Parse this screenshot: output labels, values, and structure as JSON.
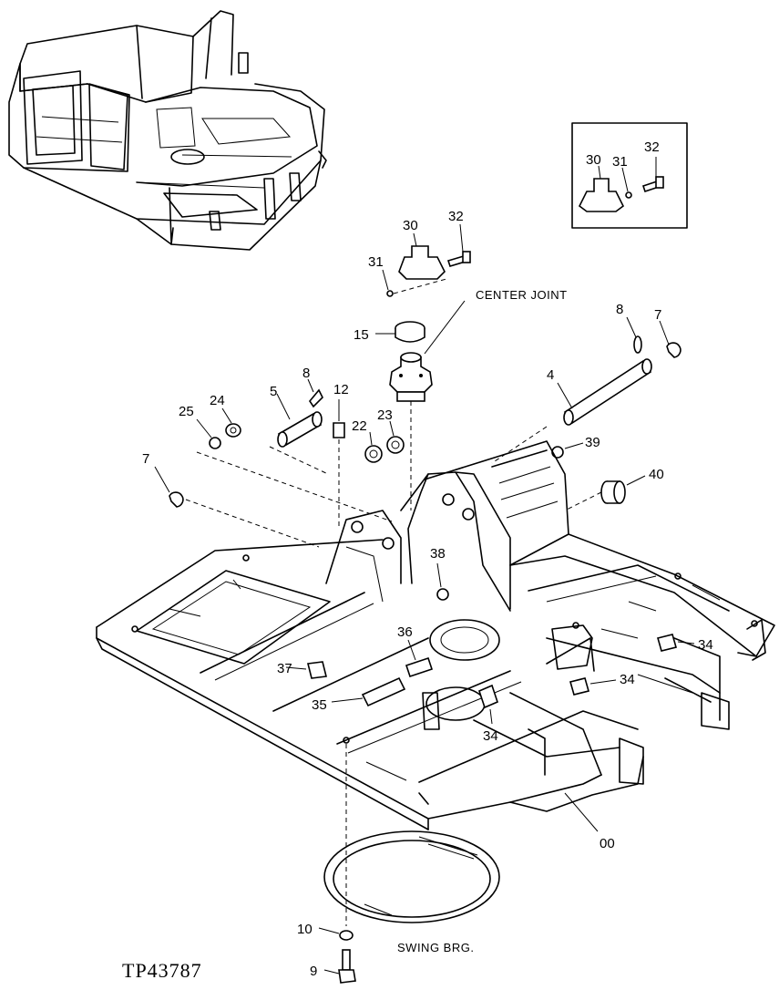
{
  "figure_id": "TP43787",
  "labels": {
    "center_joint": "CENTER JOINT",
    "swing_bearing": "SWING BRG."
  },
  "callouts": {
    "c30_main": "30",
    "c31_main": "31",
    "c32_main": "32",
    "c30_inset": "30",
    "c31_inset": "31",
    "c32_inset": "32",
    "c15": "15",
    "c8_right": "8",
    "c7_right": "7",
    "c4": "4",
    "c39": "39",
    "c40": "40",
    "c8_left": "8",
    "c5": "5",
    "c12": "12",
    "c22": "22",
    "c23": "23",
    "c24": "24",
    "c25": "25",
    "c7_left": "7",
    "c38": "38",
    "c36": "36",
    "c37": "37",
    "c35": "35",
    "c34_right": "34",
    "c34_mid": "34",
    "c34_low": "34",
    "c00": "00",
    "c10": "10",
    "c9": "9"
  }
}
